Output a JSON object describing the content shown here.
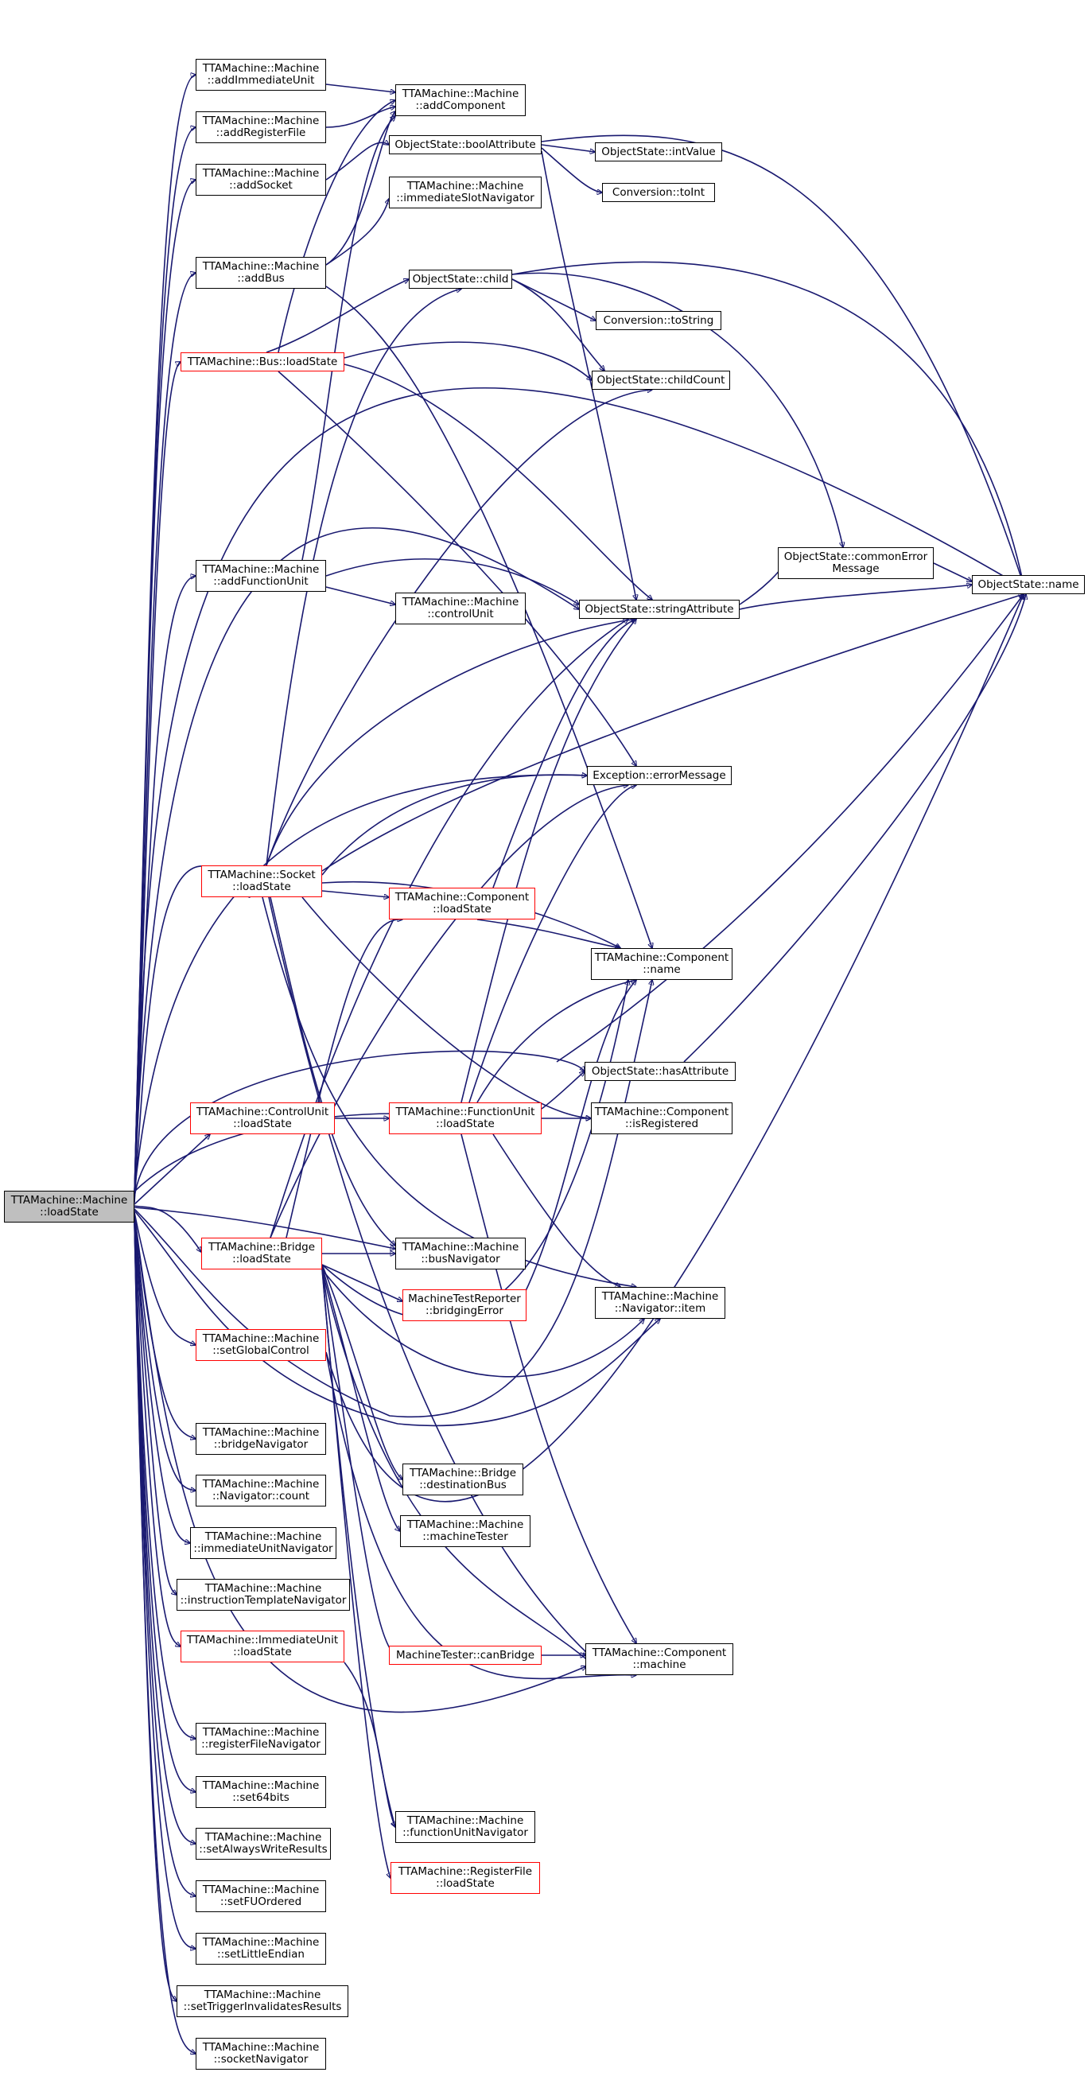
{
  "colors": {
    "edge": "#191970",
    "node_border": "#000000",
    "incomplete_border": "#ff0000",
    "root_fill": "#bfbfbf"
  },
  "nodes": {
    "root": [
      "TTAMachine::Machine",
      "::loadState"
    ],
    "addImmediateUnit": [
      "TTAMachine::Machine",
      "::addImmediateUnit"
    ],
    "addRegisterFile": [
      "TTAMachine::Machine",
      "::addRegisterFile"
    ],
    "addSocket": [
      "TTAMachine::Machine",
      "::addSocket"
    ],
    "addBus": [
      "TTAMachine::Machine",
      "::addBus"
    ],
    "busLoadState": [
      "TTAMachine::Bus::loadState"
    ],
    "addFunctionUnit": [
      "TTAMachine::Machine",
      "::addFunctionUnit"
    ],
    "socketLoadState": [
      "TTAMachine::Socket",
      "::loadState"
    ],
    "controlUnitLoadState": [
      "TTAMachine::ControlUnit",
      "::loadState"
    ],
    "bridgeLoadState": [
      "TTAMachine::Bridge",
      "::loadState"
    ],
    "setGlobalControl": [
      "TTAMachine::Machine",
      "::setGlobalControl"
    ],
    "bridgeNavigator": [
      "TTAMachine::Machine",
      "::bridgeNavigator"
    ],
    "navigatorCount": [
      "TTAMachine::Machine",
      "::Navigator::count"
    ],
    "immediateUnitNavigator": [
      "TTAMachine::Machine",
      "::immediateUnitNavigator"
    ],
    "instructionTemplateNavigator": [
      "TTAMachine::Machine",
      "::instructionTemplateNavigator"
    ],
    "immediateUnitLoadState": [
      "TTAMachine::ImmediateUnit",
      "::loadState"
    ],
    "registerFileNavigator": [
      "TTAMachine::Machine",
      "::registerFileNavigator"
    ],
    "set64bits": [
      "TTAMachine::Machine",
      "::set64bits"
    ],
    "setAlwaysWriteResults": [
      "TTAMachine::Machine",
      "::setAlwaysWriteResults"
    ],
    "setFUOrdered": [
      "TTAMachine::Machine",
      "::setFUOrdered"
    ],
    "setLittleEndian": [
      "TTAMachine::Machine",
      "::setLittleEndian"
    ],
    "setTriggerInvalidatesResults": [
      "TTAMachine::Machine",
      "::setTriggerInvalidatesResults"
    ],
    "socketNavigator": [
      "TTAMachine::Machine",
      "::socketNavigator"
    ],
    "addComponent": [
      "TTAMachine::Machine",
      "::addComponent"
    ],
    "boolAttribute": [
      "ObjectState::boolAttribute"
    ],
    "immediateSlotNavigator": [
      "TTAMachine::Machine",
      "::immediateSlotNavigator"
    ],
    "child": [
      "ObjectState::child"
    ],
    "controlUnit": [
      "TTAMachine::Machine",
      "::controlUnit"
    ],
    "componentLoadState": [
      "TTAMachine::Component",
      "::loadState"
    ],
    "functionUnitLoadState": [
      "TTAMachine::FunctionUnit",
      "::loadState"
    ],
    "busNavigator": [
      "TTAMachine::Machine",
      "::busNavigator"
    ],
    "bridgingError": [
      "MachineTestReporter",
      "::bridgingError"
    ],
    "destinationBus": [
      "TTAMachine::Bridge",
      "::destinationBus"
    ],
    "machineTester": [
      "TTAMachine::Machine",
      "::machineTester"
    ],
    "canBridge": [
      "MachineTester::canBridge"
    ],
    "functionUnitNavigator": [
      "TTAMachine::Machine",
      "::functionUnitNavigator"
    ],
    "registerFileLoadState": [
      "TTAMachine::RegisterFile",
      "::loadState"
    ],
    "intValue": [
      "ObjectState::intValue"
    ],
    "toInt": [
      "Conversion::toInt"
    ],
    "toString": [
      "Conversion::toString"
    ],
    "childCount": [
      "ObjectState::childCount"
    ],
    "stringAttribute": [
      "ObjectState::stringAttribute"
    ],
    "errorMessage": [
      "Exception::errorMessage"
    ],
    "componentName": [
      "TTAMachine::Component",
      "::name"
    ],
    "hasAttribute": [
      "ObjectState::hasAttribute"
    ],
    "isRegistered": [
      "TTAMachine::Component",
      "::isRegistered"
    ],
    "navigatorItem": [
      "TTAMachine::Machine",
      "::Navigator::item"
    ],
    "componentMachine": [
      "TTAMachine::Component",
      "::machine"
    ],
    "commonErrorMessage": [
      "ObjectState::commonError",
      "Message"
    ],
    "objectStateName": [
      "ObjectState::name"
    ]
  }
}
